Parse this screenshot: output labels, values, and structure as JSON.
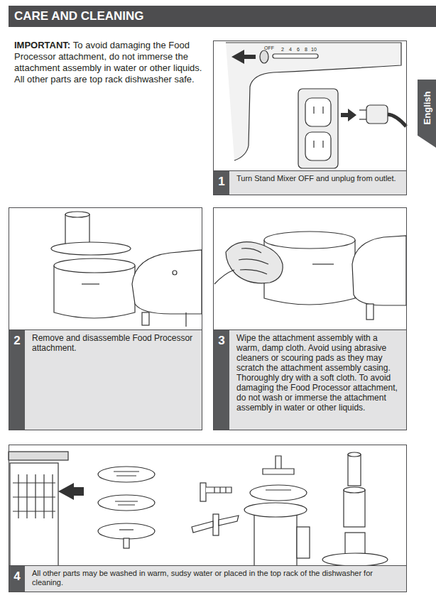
{
  "diagram": {
    "title": "CARE AND CLEANING",
    "nodes": [
      {
        "text": [
          "1",
          "Turn Stand Mixer OFF and unplug from outlet."
        ]
      },
      {
        "text": [
          "2",
          "Remove and disassemble Food Processor attachment."
        ]
      },
      {
        "text": [
          "3",
          "Wipe the attachment assembly with a warm, damp cloth. Avoid using abrasive cleaners or scouring pads as they may scratch the attachment assembly casing. Thoroughly dry with a soft cloth. To avoid damaging the Food Processor attachment, do not wash or immerse the attachment assembly in water or other liquids."
        ]
      },
      {
        "text": [
          "4",
          "All other parts may be washed in warm, sudsy water or placed in the top rack of the dishwasher for cleaning."
        ]
      },
      {
        "text": [
          "English"
        ]
      }
    ],
    "labels": [
      "IMPORTANT:",
      "To avoid damaging the Food Processor attachment, do not immerse the attachment assembly in water or other liquids. All other parts are top rack dishwasher safe.",
      "OFF",
      "2",
      "4",
      "6",
      "8",
      "10"
    ]
  }
}
